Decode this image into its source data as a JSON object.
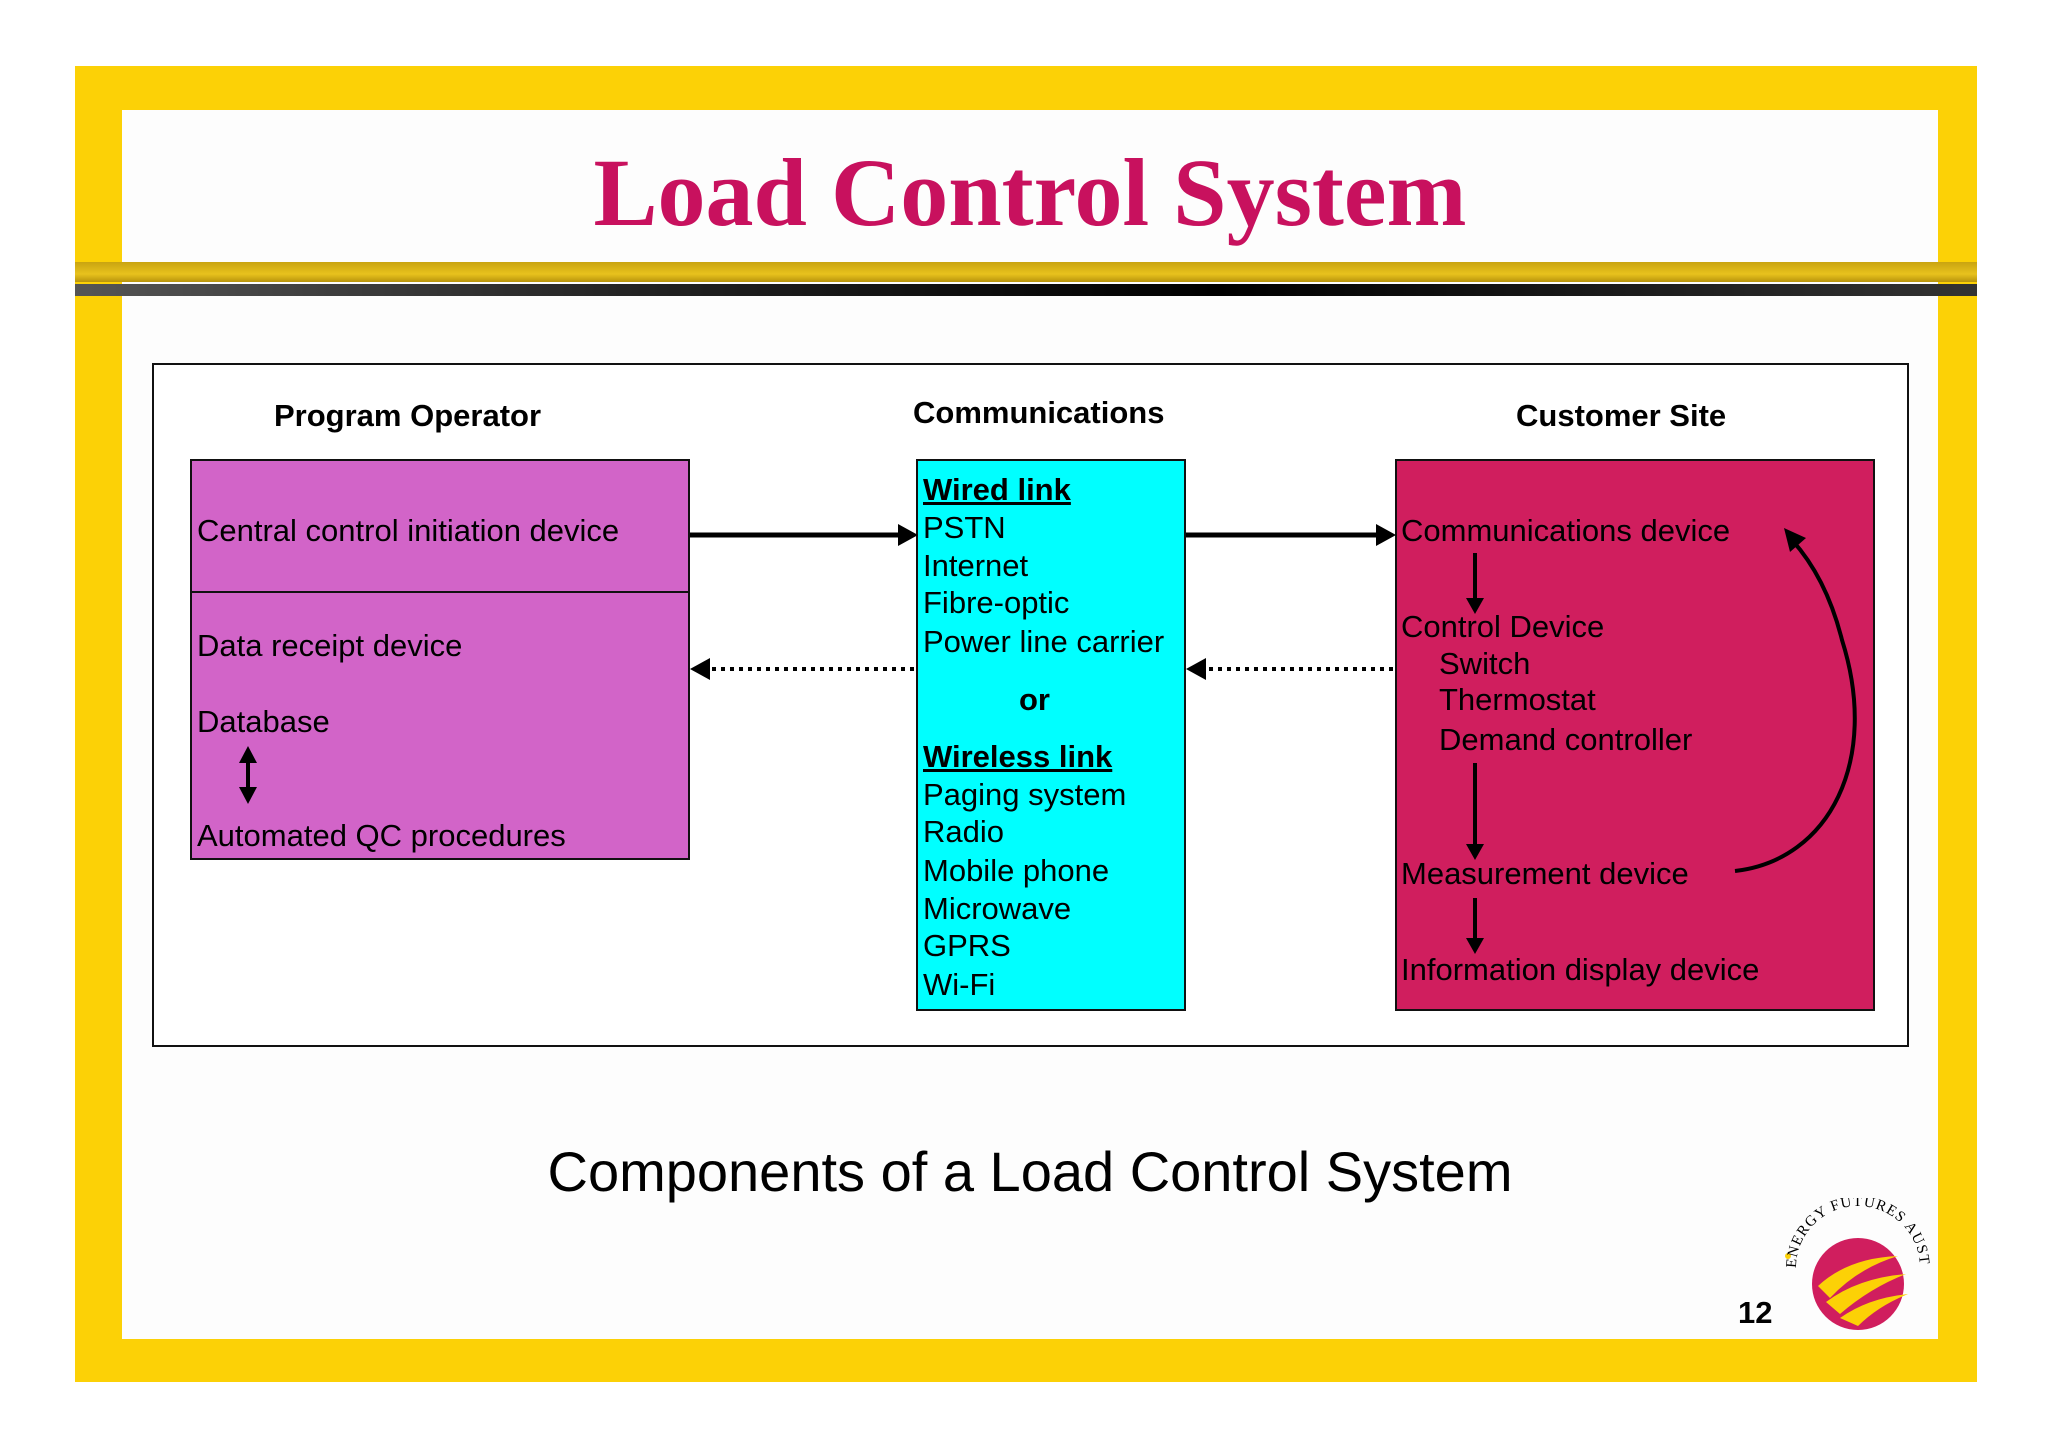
{
  "slide": {
    "title": "Load Control System",
    "caption": "Components of a Load Control System",
    "page_number": "12"
  },
  "diagram": {
    "columns": {
      "operator": "Program Operator",
      "communications": "Communications",
      "customer": "Customer Site"
    },
    "operator": {
      "top_item": "Central control initiation device",
      "items": [
        "Data receipt device",
        "Database",
        "Automated QC procedures"
      ]
    },
    "communications": {
      "wired_heading": "Wired link",
      "wired_items": [
        "PSTN",
        "Internet",
        "Fibre-optic",
        "Power line carrier"
      ],
      "or_label": "or",
      "wireless_heading": "Wireless link",
      "wireless_items": [
        "Paging system",
        "Radio",
        "Mobile phone",
        "Microwave",
        "GPRS",
        "Wi-Fi"
      ]
    },
    "customer": {
      "communications_device": "Communications device",
      "control_device": "Control Device",
      "control_items": [
        "Switch",
        "Thermostat",
        "Demand controller"
      ],
      "measurement_device": "Measurement device",
      "information_display": "Information display device"
    }
  },
  "logo": {
    "text": "ENERGY FUTURES AUSTRALIA"
  },
  "colors": {
    "frame": "#FCD106",
    "title": "#C8115E",
    "operator_box": "#D264C8",
    "communications_box": "#00FFFF",
    "customer_box": "#D01E5E"
  }
}
